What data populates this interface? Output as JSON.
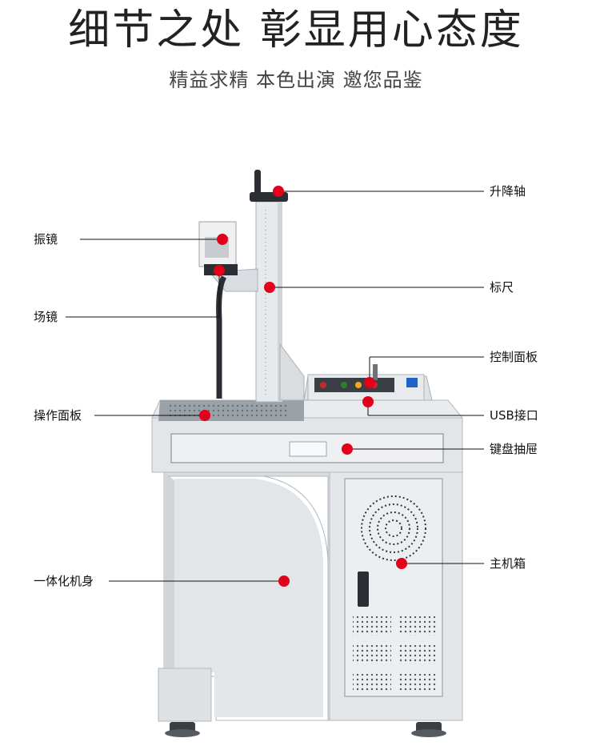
{
  "header": {
    "title": "细节之处 彰显用心态度",
    "subtitle": "精益求精 本色出演 邀您品鉴"
  },
  "callouts": {
    "lift_axis": "升降轴",
    "galvo": "振镜",
    "scale": "标尺",
    "field_lens": "场镜",
    "control_panel": "控制面板",
    "operation_panel": "操作面板",
    "usb_port": "USB接口",
    "keyboard_drawer": "键盘抽屉",
    "main_cabinet": "主机箱",
    "integrated_body": "一体化机身"
  },
  "colors": {
    "marker": "#e3001b",
    "body": "#dfe3e6",
    "body_edge": "#b9bfc4",
    "text": "#111111"
  }
}
